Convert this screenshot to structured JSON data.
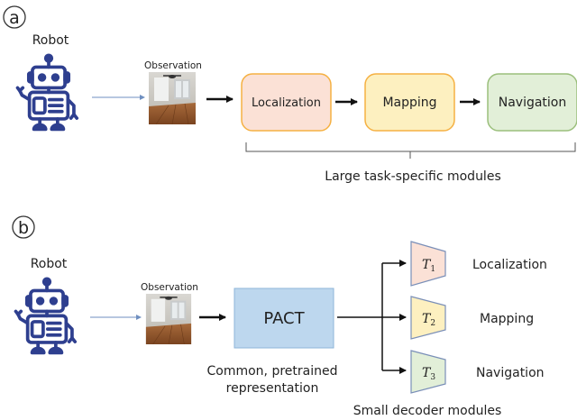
{
  "panel_a": {
    "tag": "a",
    "robot_label": "Robot",
    "observation_label": "Observation",
    "modules": [
      {
        "label": "Localization",
        "color": "#fbe1d6"
      },
      {
        "label": "Mapping",
        "color": "#fdf0c0"
      },
      {
        "label": "Navigation",
        "color": "#e2efd8"
      }
    ],
    "bracket_caption": "Large task-specific modules"
  },
  "panel_b": {
    "tag": "b",
    "robot_label": "Robot",
    "observation_label": "Observation",
    "encoder_label": "PACT",
    "encoder_color": "#bdd7ee",
    "encoder_caption_line1": "Common, pretrained",
    "encoder_caption_line2": "representation",
    "decoders": [
      {
        "symbol": "T",
        "index": "1",
        "task": "Localization",
        "color": "#fbe1d6"
      },
      {
        "symbol": "T",
        "index": "2",
        "task": "Mapping",
        "color": "#fdf0c0"
      },
      {
        "symbol": "T",
        "index": "3",
        "task": "Navigation",
        "color": "#e2efd8"
      }
    ],
    "decoder_caption": "Small decoder modules"
  },
  "colors": {
    "robot": "#2e3f8f",
    "arrow": "#111111",
    "thin_arrow": "#6f8fc0",
    "bracket": "#555555"
  }
}
